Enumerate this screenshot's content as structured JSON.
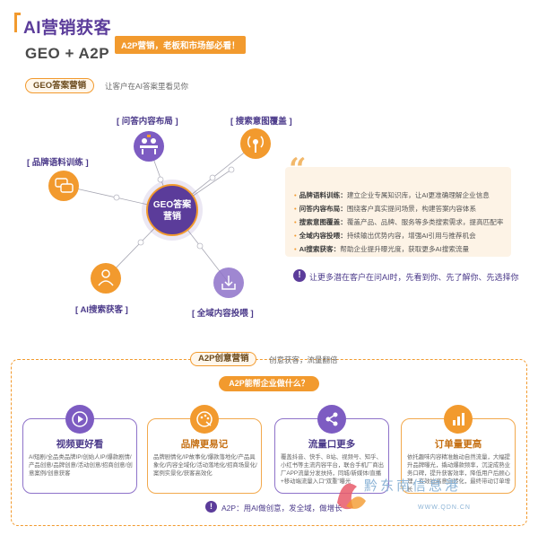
{
  "header": {
    "title": "AI营销获客",
    "badge": "A2P营销，老板和市场部必看！",
    "subtitle": "GEO + A2P"
  },
  "geo": {
    "tag": "GEO答案营销",
    "tag_desc": "让客户在AI答案里看见你",
    "center_label_1": "GEO答案",
    "center_label_2": "营销",
    "nodes": [
      {
        "label": "[ 问答内容布局 ]",
        "icon": "qa-people-icon"
      },
      {
        "label": "[ 搜索意图覆盖 ]",
        "icon": "broadcast-icon"
      },
      {
        "label": "[ 品牌语料训练 ]",
        "icon": "chat-bubbles-icon"
      },
      {
        "label": "[ AI搜索获客 ]",
        "icon": "person-icon"
      },
      {
        "label": "[ 全域内容投喂 ]",
        "icon": "download-tray-icon"
      }
    ],
    "bullets": [
      {
        "key": "品牌语料训练：",
        "text": "建立企业专属知识库，让AI更准确理解企业信息"
      },
      {
        "key": "问答内容布局：",
        "text": "围绕客户真实提问场景，构建答案内容体系"
      },
      {
        "key": "搜索意图覆盖：",
        "text": "覆盖产品、品牌、服务等多类搜索需求，提高匹配率"
      },
      {
        "key": "全域内容投喂：",
        "text": "持续输出优势内容，增强AI引用与推荐机会"
      },
      {
        "key": "AI搜索获客：",
        "text": "帮助企业提升曝光度，获取更多AI搜索流量"
      }
    ],
    "alert_text": "让更多潜在客户在问AI时，先看到你、先了解你、先选择你"
  },
  "a2p": {
    "tag": "A2P创意营销",
    "tag_desc": "创意获客，流量翻倍",
    "question": "A2P能帮企业做什么？",
    "cards": [
      {
        "title": "视频更好看",
        "icon": "play-icon",
        "body": "AI短剧/全品类品牌IP/创始人IP/爆款剧情/产品创意/品牌创意/活动创意/招商创意/创意案例/创意获客"
      },
      {
        "title": "品牌更易记",
        "icon": "palette-icon",
        "body": "品牌剧情化/IP故事化/爆款落地化/产品具象化/内容全域化/活动落地化/招商场景化/案例实景化/获客高效化"
      },
      {
        "title": "流量口更多",
        "icon": "share-icon",
        "body": "覆盖抖音、快手、B站、视频号、知乎、小红书等主流内容平台，联合手机厂商出厂APP流量分发扶持，同城/新媒体/直播+移动端流量入口“双重”曝光"
      },
      {
        "title": "订单量更高",
        "icon": "bar-chart-icon",
        "body": "依托趣味内容精准触动自然流量，大幅提升品牌曝光，撬动爆款频率，沉淀成熟业务口碑，提升获客效率，降低用户后顾心理，有效拉高意向转化，最终带动订单增长"
      }
    ],
    "footer_text": "A2P：用AI做创意，发全域，做增长"
  },
  "watermark": {
    "text": "黔东南信息港",
    "url": "WWW.QDN.CN"
  },
  "colors": {
    "purple": "#5b3c9a",
    "orange": "#f29a2e",
    "light_purple": "#8e72c9",
    "cream": "#fdf3e6"
  }
}
